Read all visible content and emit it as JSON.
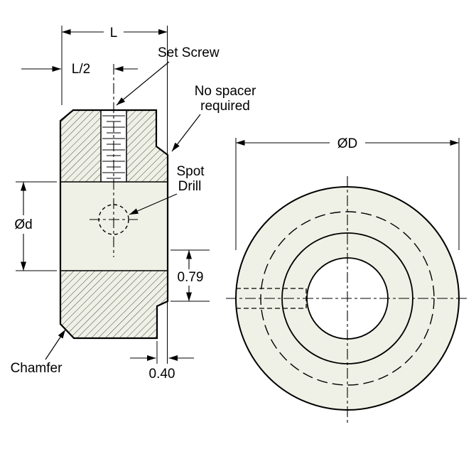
{
  "colors": {
    "line": "#000000",
    "fill": "#f0f1e6",
    "background": "#ffffff"
  },
  "side_view": {
    "dims": {
      "length": "L",
      "half_length": "L/2",
      "bore_diameter": "Ød",
      "relief_height": "0.79",
      "relief_depth": "0.40"
    },
    "labels": {
      "set_screw": "Set Screw",
      "no_spacer_line1": "No spacer",
      "no_spacer_line2": "required",
      "spot_drill_line1": "Spot",
      "spot_drill_line2": "Drill",
      "chamfer": "Chamfer"
    }
  },
  "front_view": {
    "dims": {
      "outer_diameter": "ØD"
    }
  }
}
